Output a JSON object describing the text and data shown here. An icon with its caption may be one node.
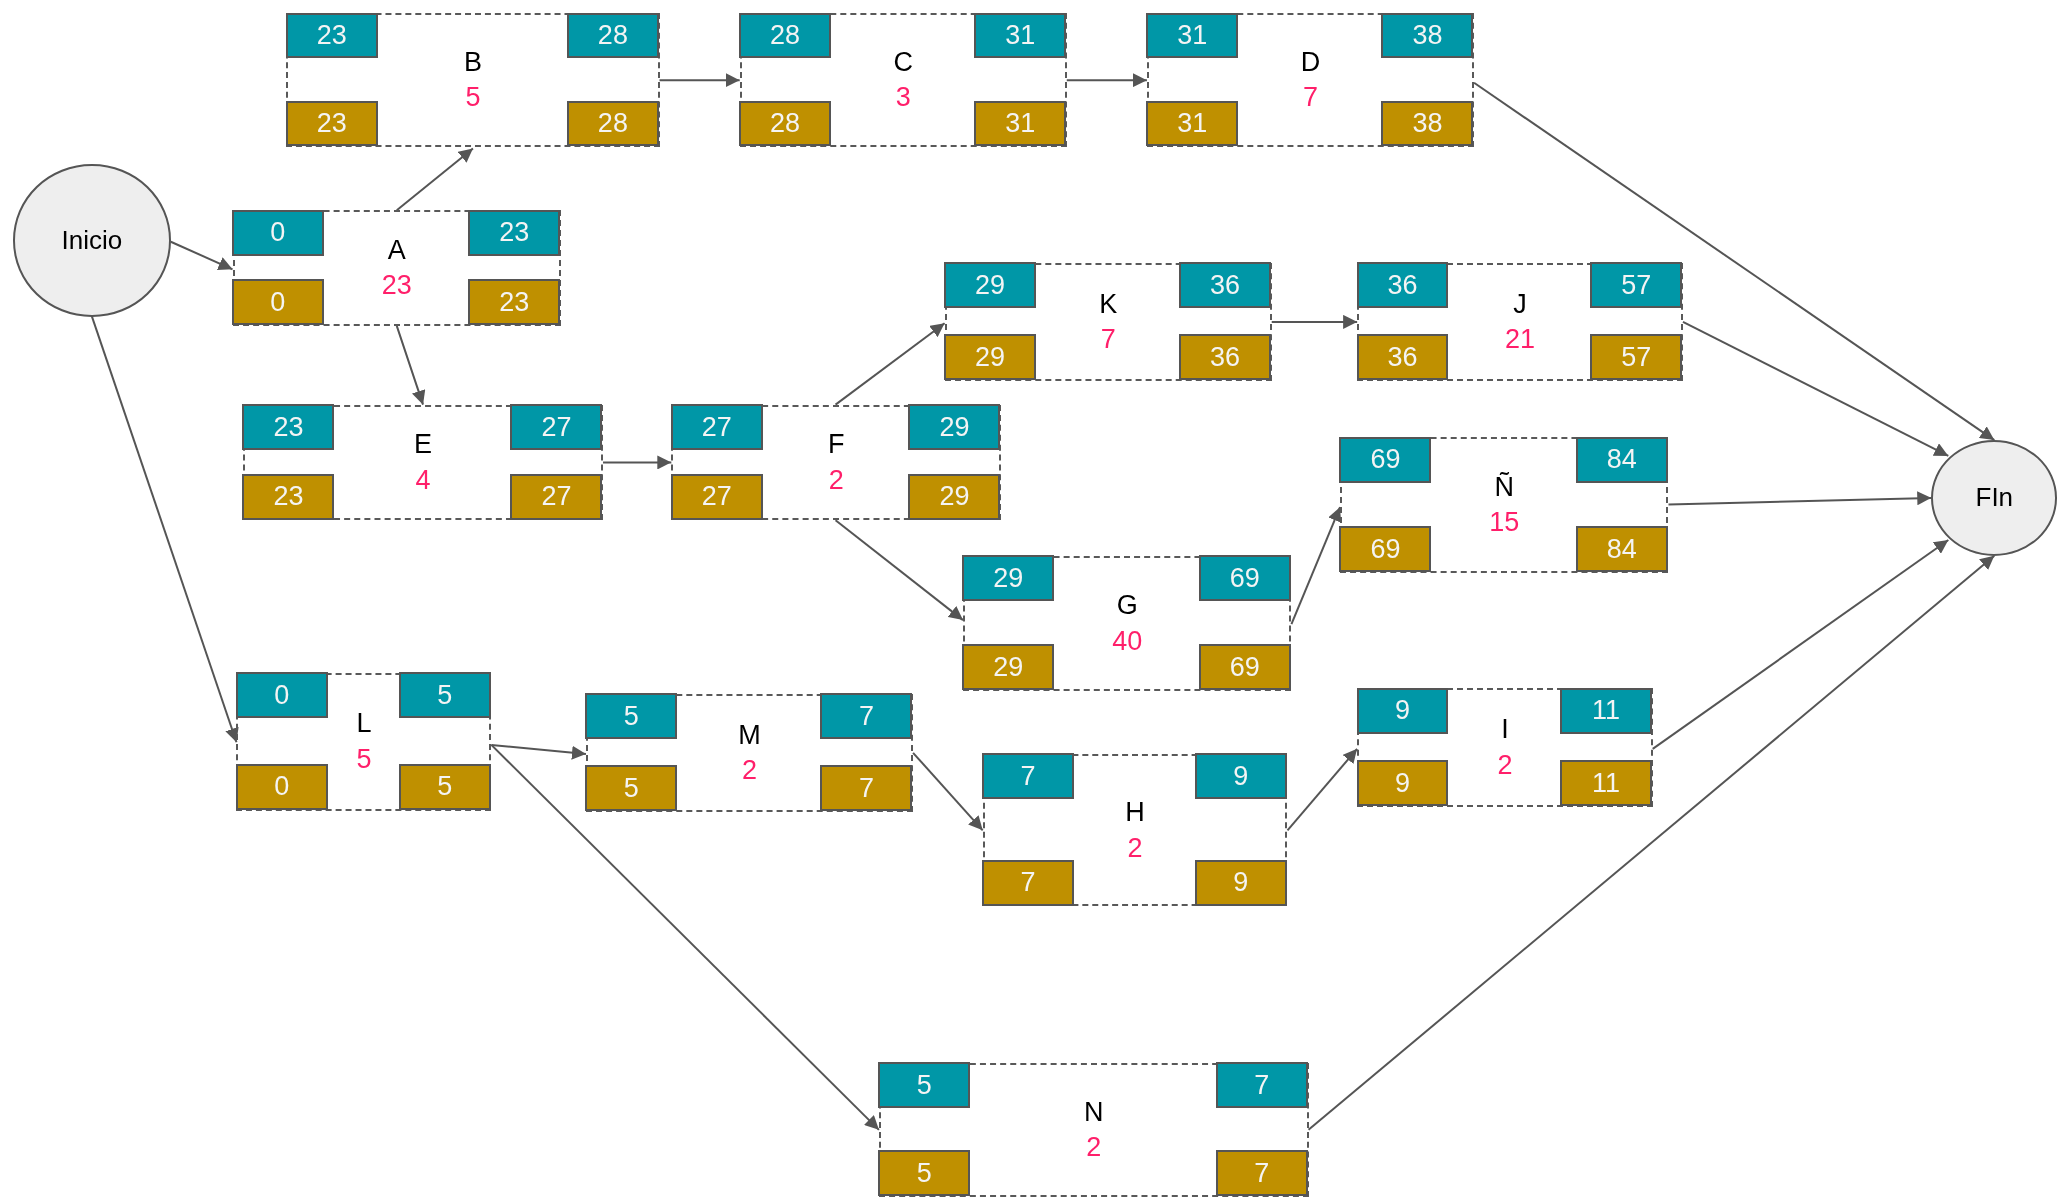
{
  "diagram": {
    "nodes": [
      {
        "text": [
          "Inicio"
        ]
      },
      {
        "text": [
          "A",
          "23"
        ]
      },
      {
        "text": [
          "0"
        ],
        "in": 1
      },
      {
        "text": [
          "23"
        ],
        "in": 1
      },
      {
        "text": [
          "0"
        ],
        "in": 1
      },
      {
        "text": [
          "23"
        ],
        "in": 1
      },
      {
        "text": [
          "B",
          "5"
        ]
      },
      {
        "text": [
          "23"
        ],
        "in": 6
      },
      {
        "text": [
          "28"
        ],
        "in": 6
      },
      {
        "text": [
          "23"
        ],
        "in": 6
      },
      {
        "text": [
          "28"
        ],
        "in": 6
      },
      {
        "text": [
          "C",
          "3"
        ]
      },
      {
        "text": [
          "28"
        ],
        "in": 11
      },
      {
        "text": [
          "31"
        ],
        "in": 11
      },
      {
        "text": [
          "28"
        ],
        "in": 11
      },
      {
        "text": [
          "31"
        ],
        "in": 11
      },
      {
        "text": [
          "D",
          "7"
        ]
      },
      {
        "text": [
          "31"
        ],
        "in": 16
      },
      {
        "text": [
          "38"
        ],
        "in": 16
      },
      {
        "text": [
          "31"
        ],
        "in": 16
      },
      {
        "text": [
          "38"
        ],
        "in": 16
      },
      {
        "text": [
          "E",
          "4"
        ]
      },
      {
        "text": [
          "23"
        ],
        "in": 21
      },
      {
        "text": [
          "27"
        ],
        "in": 21
      },
      {
        "text": [
          "23"
        ],
        "in": 21
      },
      {
        "text": [
          "27"
        ],
        "in": 21
      },
      {
        "text": [
          "F",
          "2"
        ]
      },
      {
        "text": [
          "27"
        ],
        "in": 26
      },
      {
        "text": [
          "29"
        ],
        "in": 26
      },
      {
        "text": [
          "27"
        ],
        "in": 26
      },
      {
        "text": [
          "29"
        ],
        "in": 26
      },
      {
        "text": [
          "K",
          "7"
        ]
      },
      {
        "text": [
          "29"
        ],
        "in": 31
      },
      {
        "text": [
          "36"
        ],
        "in": 31
      },
      {
        "text": [
          "29"
        ],
        "in": 31
      },
      {
        "text": [
          "36"
        ],
        "in": 31
      },
      {
        "text": [
          "J",
          "21"
        ]
      },
      {
        "text": [
          "36"
        ],
        "in": 36
      },
      {
        "text": [
          "57"
        ],
        "in": 36
      },
      {
        "text": [
          "36"
        ],
        "in": 36
      },
      {
        "text": [
          "57"
        ],
        "in": 36
      },
      {
        "text": [
          "Ñ",
          "15"
        ]
      },
      {
        "text": [
          "69"
        ],
        "in": 41
      },
      {
        "text": [
          "84"
        ],
        "in": 41
      },
      {
        "text": [
          "69"
        ],
        "in": 41
      },
      {
        "text": [
          "84"
        ],
        "in": 41
      },
      {
        "text": [
          "G",
          "40"
        ]
      },
      {
        "text": [
          "29"
        ],
        "in": 46
      },
      {
        "text": [
          "69"
        ],
        "in": 46
      },
      {
        "text": [
          "29"
        ],
        "in": 46
      },
      {
        "text": [
          "69"
        ],
        "in": 46
      },
      {
        "text": [
          "L",
          "5"
        ]
      },
      {
        "text": [
          "0"
        ],
        "in": 51
      },
      {
        "text": [
          "5"
        ],
        "in": 51
      },
      {
        "text": [
          "0"
        ],
        "in": 51
      },
      {
        "text": [
          "5"
        ],
        "in": 51
      },
      {
        "text": [
          "M",
          "2"
        ]
      },
      {
        "text": [
          "5"
        ],
        "in": 56
      },
      {
        "text": [
          "7"
        ],
        "in": 56
      },
      {
        "text": [
          "5"
        ],
        "in": 56
      },
      {
        "text": [
          "7"
        ],
        "in": 56
      },
      {
        "text": [
          "H",
          "2"
        ]
      },
      {
        "text": [
          "7"
        ],
        "in": 61
      },
      {
        "text": [
          "9"
        ],
        "in": 61
      },
      {
        "text": [
          "7"
        ],
        "in": 61
      },
      {
        "text": [
          "9"
        ],
        "in": 61
      },
      {
        "text": [
          "I",
          "2"
        ]
      },
      {
        "text": [
          "9"
        ],
        "in": 66
      },
      {
        "text": [
          "11"
        ],
        "in": 66
      },
      {
        "text": [
          "9"
        ],
        "in": 66
      },
      {
        "text": [
          "11"
        ],
        "in": 66
      },
      {
        "text": [
          "N",
          "2"
        ]
      },
      {
        "text": [
          "5"
        ],
        "in": 71
      },
      {
        "text": [
          "7"
        ],
        "in": 71
      },
      {
        "text": [
          "5"
        ],
        "in": 71
      },
      {
        "text": [
          "7"
        ],
        "in": 71
      },
      {
        "text": [
          "FIn"
        ]
      }
    ],
    "edges": [
      {
        "from": 0,
        "to": 1,
        "arrow": "to"
      },
      {
        "from": 0,
        "to": 51,
        "arrow": "to"
      },
      {
        "from": 1,
        "to": 6,
        "arrow": "to"
      },
      {
        "from": 1,
        "to": 21,
        "arrow": "to"
      },
      {
        "from": 6,
        "to": 11,
        "arrow": "to"
      },
      {
        "from": 11,
        "to": 16,
        "arrow": "to"
      },
      {
        "from": 16,
        "to": 76,
        "arrow": "to"
      },
      {
        "from": 21,
        "to": 26,
        "arrow": "to"
      },
      {
        "from": 26,
        "to": 31,
        "arrow": "to"
      },
      {
        "from": 26,
        "to": 46,
        "arrow": "to"
      },
      {
        "from": 31,
        "to": 36,
        "arrow": "to"
      },
      {
        "from": 36,
        "to": 76,
        "arrow": "to"
      },
      {
        "from": 46,
        "to": 41,
        "arrow": "to"
      },
      {
        "from": 41,
        "to": 76,
        "arrow": "to"
      },
      {
        "from": 51,
        "to": 56,
        "arrow": "to"
      },
      {
        "from": 51,
        "to": 71,
        "arrow": "to"
      },
      {
        "from": 56,
        "to": 61,
        "arrow": "to"
      },
      {
        "from": 61,
        "to": 66,
        "arrow": "to"
      },
      {
        "from": 66,
        "to": 76,
        "arrow": "to"
      },
      {
        "from": 71,
        "to": 76,
        "arrow": "to"
      }
    ]
  }
}
